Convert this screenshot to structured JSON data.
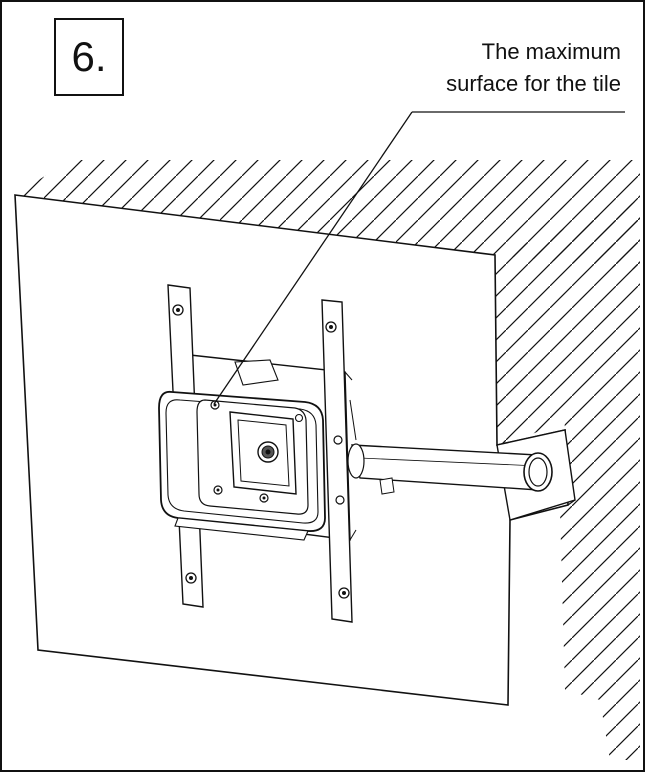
{
  "step": {
    "number": "6."
  },
  "callout": {
    "line1": "The maximum",
    "line2": "surface for the tile"
  }
}
